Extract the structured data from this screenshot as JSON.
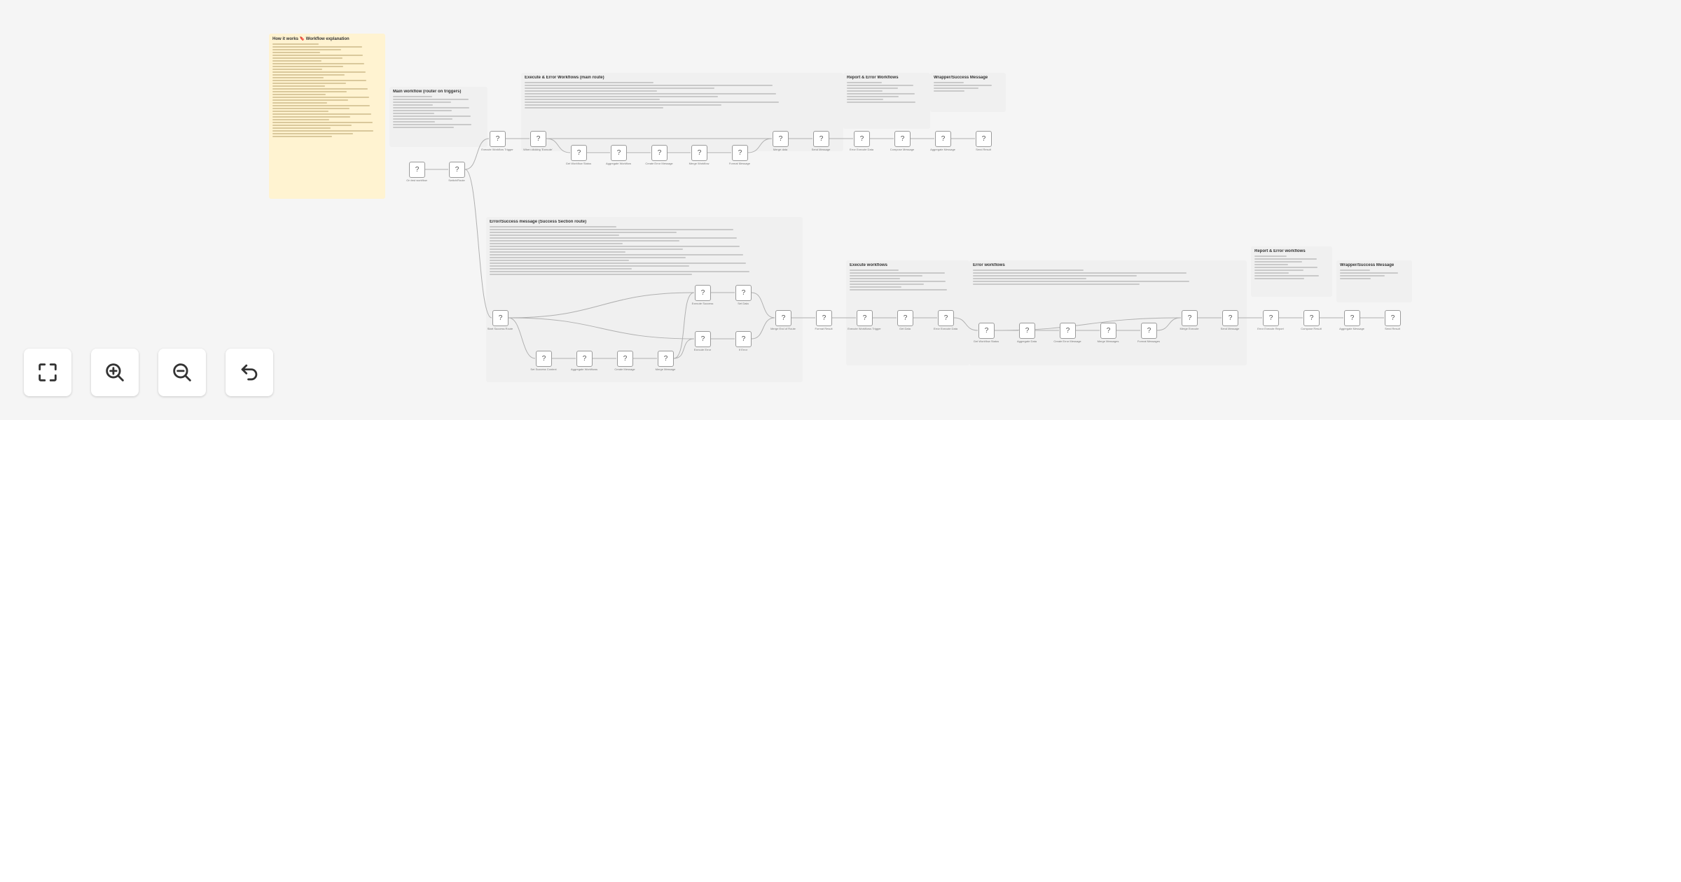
{
  "colors": {
    "canvas_bg": "#f5f5f5",
    "page_bg": "#ffffff",
    "sticky_yellow": "#fff3d1",
    "sticky_grey": "#f0f0f0",
    "node_border": "#9a9a9a",
    "edge": "#b0b0b0"
  },
  "canvas": {
    "sticky_notes": [
      {
        "color": "yellow",
        "title": "How it works 🔖 Workflow explanation"
      },
      {
        "color": "grey",
        "title": "Main workflow (router on triggers)"
      },
      {
        "color": "grey",
        "title": "Execute & Error Workflows (main route)"
      },
      {
        "color": "grey",
        "title": "Report & Error Workflows"
      },
      {
        "color": "grey",
        "title": "Wrapper/Success Message"
      },
      {
        "color": "grey",
        "title": "Error/Success message (Success Section route)"
      },
      {
        "color": "grey",
        "title": "Execute workflows"
      },
      {
        "color": "grey",
        "title": "Error workflows"
      },
      {
        "color": "grey",
        "title": "Report & Error workflows"
      },
      {
        "color": "grey",
        "title": "Wrapper/Success Message"
      }
    ],
    "node_glyph": "?",
    "nodes": [
      {
        "label": "On test workflow"
      },
      {
        "label": "Switch/Route"
      },
      {
        "label": "Execute Workflow Trigger"
      },
      {
        "label": "When clicking 'Execute'"
      },
      {
        "label": "Get Workflow Status"
      },
      {
        "label": "Aggregate Workflow"
      },
      {
        "label": "Create Error Message"
      },
      {
        "label": "Merge Workflow"
      },
      {
        "label": "Format Message"
      },
      {
        "label": "Merge data"
      },
      {
        "label": "Send Message"
      },
      {
        "label": "Error Execute Data"
      },
      {
        "label": "Compose Message"
      },
      {
        "label": "Aggregate Message"
      },
      {
        "label": "Send Result"
      },
      {
        "label": "Start Success Route"
      },
      {
        "label": "Set Success Context"
      },
      {
        "label": "Aggregate Workflows"
      },
      {
        "label": "Create Message"
      },
      {
        "label": "Merge Message"
      },
      {
        "label": "Execute Success"
      },
      {
        "label": "Set Data"
      },
      {
        "label": "Execute Error"
      },
      {
        "label": "If Error"
      },
      {
        "label": "Merge End of Route"
      },
      {
        "label": "Format Result"
      },
      {
        "label": "Execute Workflows Trigger"
      },
      {
        "label": "Get Data"
      },
      {
        "label": "Error Execute Data"
      },
      {
        "label": "Get Workflow Status"
      },
      {
        "label": "Aggregate Data"
      },
      {
        "label": "Create Error Message"
      },
      {
        "label": "Merge Messages"
      },
      {
        "label": "Format Messages"
      },
      {
        "label": "Merge Execute"
      },
      {
        "label": "Send Message"
      },
      {
        "label": "Error Execute Report"
      },
      {
        "label": "Compose Result"
      },
      {
        "label": "Aggregate Message"
      },
      {
        "label": "Send Result"
      }
    ]
  },
  "controls": [
    {
      "name": "fit-view-button",
      "icon": "fit-view-icon",
      "tooltip": "Fit view"
    },
    {
      "name": "zoom-in-button",
      "icon": "zoom-in-icon",
      "tooltip": "Zoom in"
    },
    {
      "name": "zoom-out-button",
      "icon": "zoom-out-icon",
      "tooltip": "Zoom out"
    },
    {
      "name": "undo-button",
      "icon": "undo-icon",
      "tooltip": "Undo"
    }
  ]
}
